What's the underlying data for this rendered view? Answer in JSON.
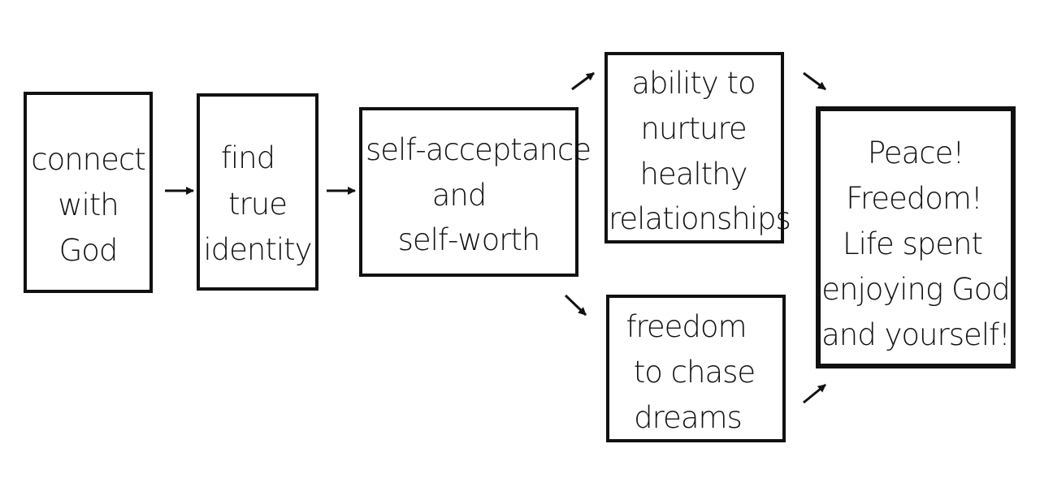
{
  "boxes": [
    {
      "id": "connect-with-god",
      "lines": [
        "connect",
        "with",
        "God"
      ]
    },
    {
      "id": "find-true-identity",
      "lines": [
        "find",
        "true",
        "identity"
      ]
    },
    {
      "id": "self-acceptance",
      "lines": [
        "self-acceptance",
        "and",
        "self-worth"
      ]
    },
    {
      "id": "relationships",
      "lines": [
        "ability to",
        "nurture",
        "healthy",
        "relationships"
      ]
    },
    {
      "id": "chase-dreams",
      "lines": [
        "freedom",
        "to chase",
        "dreams"
      ]
    },
    {
      "id": "peace-freedom",
      "lines": [
        "Peace!",
        "Freedom!",
        "Life spent",
        "enjoying God",
        "and yourself!"
      ]
    }
  ]
}
